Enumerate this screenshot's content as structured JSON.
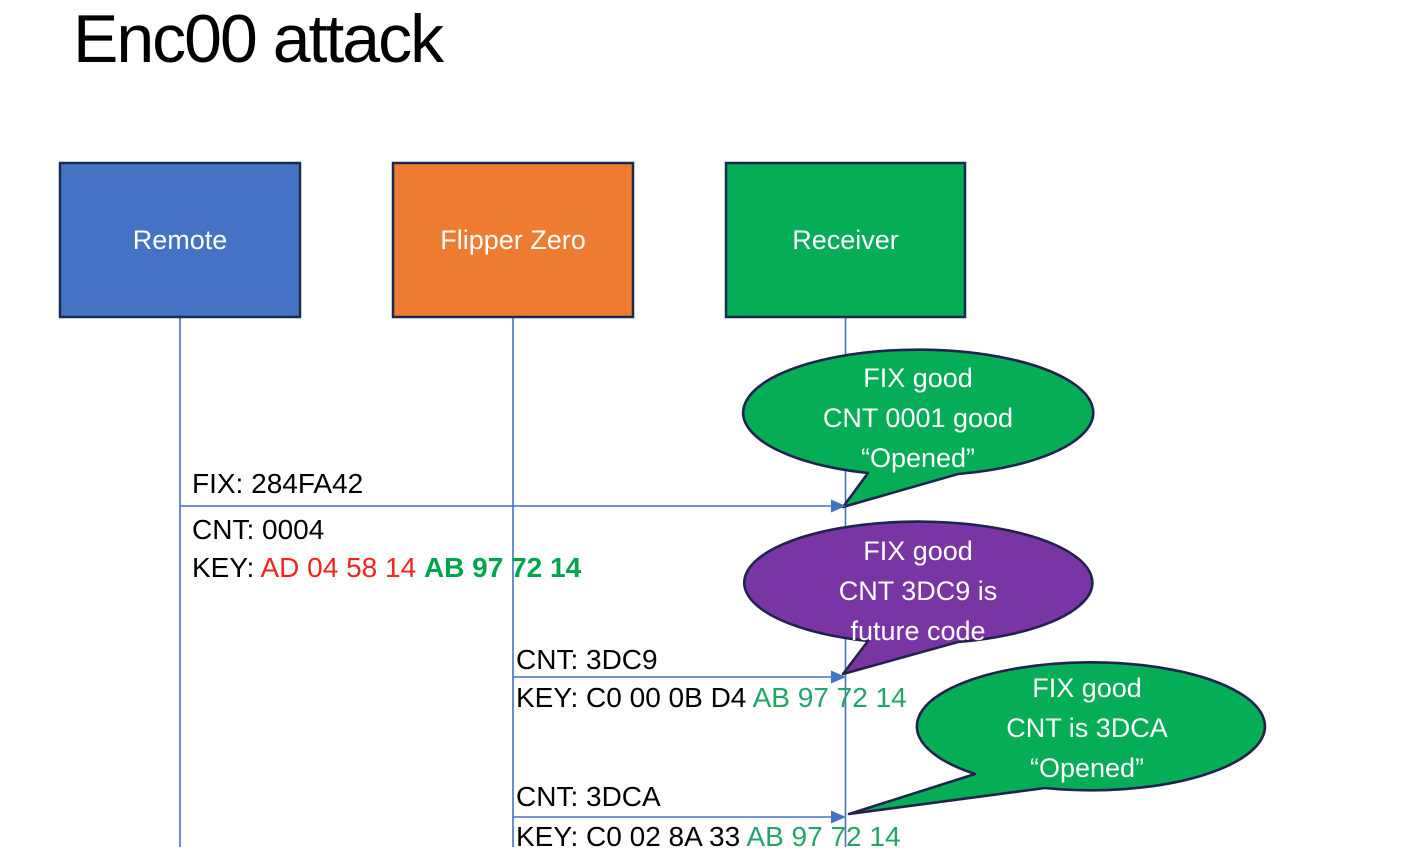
{
  "title": "Enc00 attack",
  "actors": {
    "remote": {
      "label": "Remote",
      "fill": "#4472C4"
    },
    "flipper": {
      "label": "Flipper Zero",
      "fill": "#EE7D32"
    },
    "receiver": {
      "label": "Receiver",
      "fill": "#04AD56"
    }
  },
  "messages": {
    "m1": {
      "from": "Remote",
      "to": "Receiver",
      "fix": "FIX: 284FA42",
      "cnt": "CNT: 0004",
      "key_label": "KEY: ",
      "key_changing": "AD 04 58 14 ",
      "key_fixed": "AB 97 72 14"
    },
    "m2": {
      "from": "Flipper Zero",
      "to": "Receiver",
      "cnt": "CNT: 3DC9",
      "key_label": "KEY: ",
      "key_changing": "C0 00 0B D4 ",
      "key_fixed": "AB 97 72 14"
    },
    "m3": {
      "from": "Flipper Zero",
      "to": "Receiver",
      "cnt": "CNT: 3DCA",
      "key_label": "KEY: ",
      "key_changing": "C0 02 8A 33 ",
      "key_fixed": "AB 97 72 14"
    }
  },
  "callouts": {
    "c1": {
      "fill": "#04AD56",
      "lines": [
        "FIX good",
        "CNT 0001 good",
        "“Opened”"
      ]
    },
    "c2": {
      "fill": "#7A35A5",
      "lines": [
        "FIX good",
        "CNT 3DC9 is",
        "future code"
      ]
    },
    "c3": {
      "fill": "#04AD56",
      "lines": [
        "FIX good",
        "CNT is 3DCA",
        "“Opened”"
      ]
    }
  },
  "colors": {
    "box_border": "#1B2A4E",
    "callout_border": "#21224E",
    "connector": "#4472C4",
    "key_changing_red": "#F42419",
    "key_fixed_green_bold": "#00A44F",
    "key_fixed_green": "#24A566",
    "text": "#000000",
    "actor_text": "#FFFFFF"
  }
}
